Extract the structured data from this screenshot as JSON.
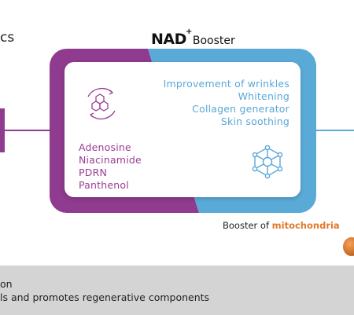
{
  "header": {
    "cut_text": "cs",
    "brand_mark": "NAD",
    "brand_plus": "+",
    "brand_word": "Booster"
  },
  "ingredients": [
    "Adenosine",
    "Niacinamide",
    "PDRN",
    "Panthenol"
  ],
  "benefits": [
    "Improvement of wrinkles",
    "Whitening",
    "Collagen generator",
    "Skin soothing"
  ],
  "caption": {
    "prefix": "Booster of ",
    "accent": "mitochondria"
  },
  "bottom": {
    "line1": "on",
    "line2": "ls and promotes regenerative components"
  },
  "icons": {
    "left_icon": "hexagon-cycle-icon",
    "right_icon": "molecule-network-icon"
  },
  "colors": {
    "purple": "#8f3b8f",
    "blue": "#5aaad8",
    "accent_orange": "#e0792a"
  }
}
